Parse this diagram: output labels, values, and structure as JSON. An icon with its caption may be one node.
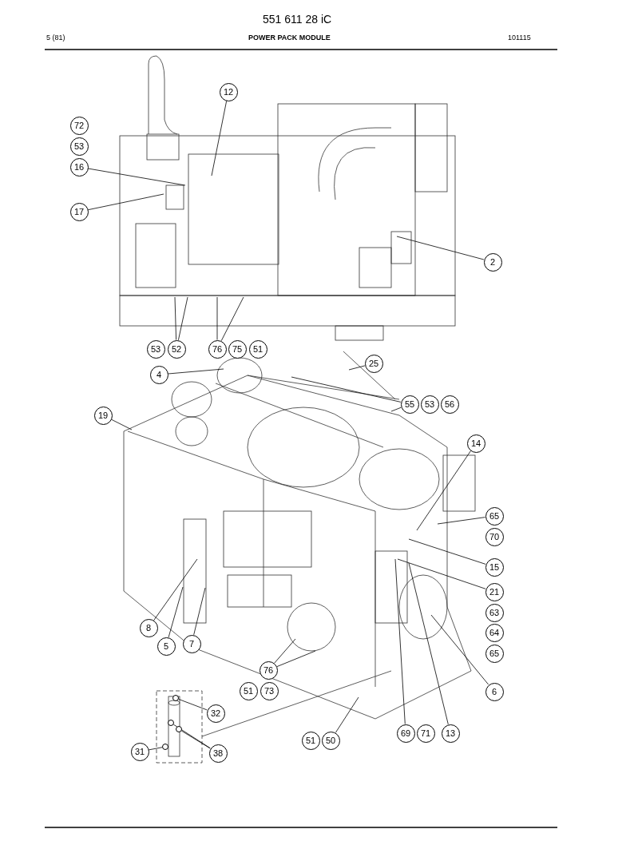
{
  "diagram": {
    "title": "POWER PACK MODULE",
    "nodes": [
      {
        "text": [
          "12"
        ]
      },
      {
        "text": [
          "72"
        ]
      },
      {
        "text": [
          "53"
        ]
      },
      {
        "text": [
          "16"
        ]
      },
      {
        "text": [
          "17"
        ]
      },
      {
        "text": [
          "2"
        ]
      },
      {
        "text": [
          "53"
        ]
      },
      {
        "text": [
          "52"
        ]
      },
      {
        "text": [
          "76"
        ]
      },
      {
        "text": [
          "75"
        ]
      },
      {
        "text": [
          "51"
        ]
      },
      {
        "text": [
          "4"
        ]
      },
      {
        "text": [
          "25"
        ]
      },
      {
        "text": [
          "55"
        ]
      },
      {
        "text": [
          "53"
        ]
      },
      {
        "text": [
          "56"
        ]
      },
      {
        "text": [
          "19"
        ]
      },
      {
        "text": [
          "14"
        ]
      },
      {
        "text": [
          "65"
        ]
      },
      {
        "text": [
          "70"
        ]
      },
      {
        "text": [
          "15"
        ]
      },
      {
        "text": [
          "21"
        ]
      },
      {
        "text": [
          "63"
        ]
      },
      {
        "text": [
          "64"
        ]
      },
      {
        "text": [
          "65"
        ]
      },
      {
        "text": [
          "8"
        ]
      },
      {
        "text": [
          "5"
        ]
      },
      {
        "text": [
          "7"
        ]
      },
      {
        "text": [
          "6"
        ]
      },
      {
        "text": [
          "76"
        ]
      },
      {
        "text": [
          "51"
        ]
      },
      {
        "text": [
          "73"
        ]
      },
      {
        "text": [
          "32"
        ]
      },
      {
        "text": [
          "31"
        ]
      },
      {
        "text": [
          "38"
        ]
      },
      {
        "text": [
          "51"
        ]
      },
      {
        "text": [
          "50"
        ]
      },
      {
        "text": [
          "69"
        ]
      },
      {
        "text": [
          "71"
        ]
      },
      {
        "text": [
          "13"
        ]
      },
      {
        "text": [],
        "shape": "circle"
      },
      {
        "text": [],
        "shape": "circle"
      },
      {
        "text": [],
        "shape": "circle"
      },
      {
        "text": [],
        "shape": "circle"
      }
    ],
    "edges": [
      {
        "from": 0,
        "to": null,
        "arrow": "none"
      },
      {
        "from": 3,
        "to": null,
        "arrow": "none"
      },
      {
        "from": 4,
        "to": null,
        "arrow": "none"
      },
      {
        "from": 5,
        "to": null,
        "arrow": "none"
      },
      {
        "from": 7,
        "to": null,
        "arrow": "none"
      },
      {
        "from": 7,
        "to": null,
        "arrow": "none"
      },
      {
        "from": 8,
        "to": null,
        "arrow": "none"
      },
      {
        "from": 8,
        "to": null,
        "arrow": "none"
      },
      {
        "from": 11,
        "to": null,
        "arrow": "none"
      },
      {
        "from": 12,
        "to": null,
        "arrow": "none"
      },
      {
        "from": 13,
        "to": null,
        "arrow": "none"
      },
      {
        "from": 13,
        "to": null,
        "arrow": "none"
      },
      {
        "from": 16,
        "to": null,
        "arrow": "none"
      },
      {
        "from": 17,
        "to": null,
        "arrow": "none"
      },
      {
        "from": 18,
        "to": null,
        "arrow": "none"
      },
      {
        "from": 20,
        "to": null,
        "arrow": "none"
      },
      {
        "from": 21,
        "to": null,
        "arrow": "none"
      },
      {
        "from": 25,
        "to": null,
        "arrow": "none"
      },
      {
        "from": 26,
        "to": null,
        "arrow": "none"
      },
      {
        "from": 27,
        "to": null,
        "arrow": "none"
      },
      {
        "from": 28,
        "to": null,
        "arrow": "none"
      },
      {
        "from": 29,
        "to": null,
        "arrow": "none"
      },
      {
        "from": 29,
        "to": null,
        "arrow": "none"
      },
      {
        "from": 32,
        "to": 41,
        "arrow": "none"
      },
      {
        "from": 33,
        "to": 40,
        "arrow": "none"
      },
      {
        "from": 34,
        "to": 42,
        "arrow": "none"
      },
      {
        "from": 34,
        "to": 43,
        "arrow": "none"
      },
      {
        "from": 36,
        "to": null,
        "arrow": "none"
      },
      {
        "from": 37,
        "to": null,
        "arrow": "none"
      },
      {
        "from": 39,
        "to": null,
        "arrow": "none"
      }
    ],
    "labels": [
      "551 611 28 iC",
      "5 (81)",
      "101115"
    ]
  }
}
